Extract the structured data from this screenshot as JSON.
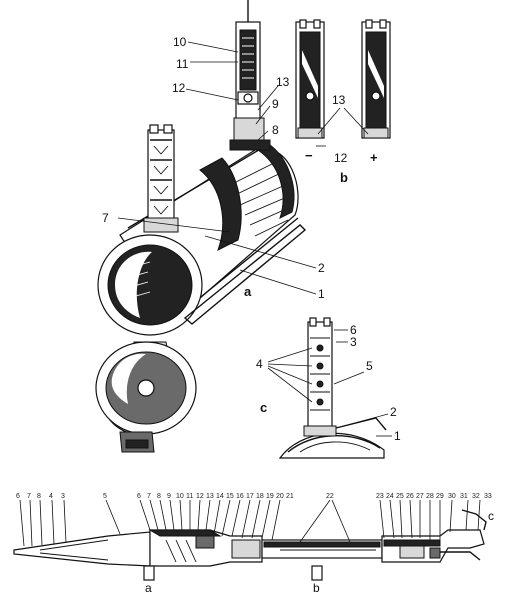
{
  "figure": {
    "view_labels": {
      "a": "a",
      "b": "b",
      "c": "c"
    },
    "main_view_numbers": [
      "1",
      "2",
      "7",
      "8",
      "9",
      "10",
      "11",
      "12",
      "13"
    ],
    "detail_b": {
      "minus": "−",
      "plus": "+",
      "number_13": "13",
      "number_12": "12"
    },
    "detail_c_numbers": [
      "1",
      "2",
      "3",
      "4",
      "5",
      "6"
    ],
    "bottom_view": {
      "left_numbers": [
        "6",
        "7",
        "8",
        "4",
        "3"
      ],
      "middle_numbers": [
        "5",
        "6",
        "7",
        "8",
        "9",
        "10",
        "11",
        "12",
        "13",
        "14",
        "15",
        "16",
        "17",
        "18",
        "19",
        "20",
        "21"
      ],
      "number_22": "22",
      "right_numbers": [
        "23",
        "24",
        "25",
        "26",
        "27",
        "28",
        "29",
        "30",
        "31",
        "32",
        "33"
      ],
      "letter_a": "a",
      "letter_b": "b",
      "letter_c": "c"
    }
  }
}
